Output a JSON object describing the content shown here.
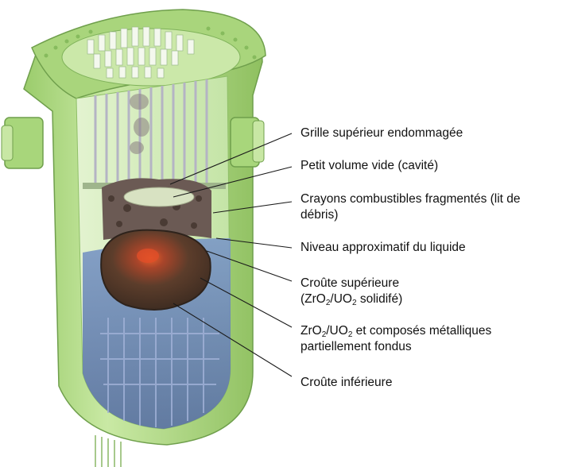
{
  "labels": [
    {
      "id": "grille",
      "lines": [
        "Grille supérieur endommagée"
      ]
    },
    {
      "id": "cavite",
      "lines": [
        "Petit volume vide (cavité)"
      ]
    },
    {
      "id": "crayons",
      "lines": [
        "Crayons combustibles fragmentés (lit de",
        "débris)"
      ]
    },
    {
      "id": "niveau",
      "lines": [
        "Niveau approximatif du liquide"
      ]
    },
    {
      "id": "croute_sup",
      "line1": "Croûte supérieure",
      "line2": {
        "a": "(ZrO",
        "s1": "2",
        "b": "/UO",
        "s2": "2",
        "c": " solidifé)"
      }
    },
    {
      "id": "fondus",
      "line1": {
        "a": "ZrO",
        "s1": "2",
        "b": "/UO",
        "s2": "2",
        "c": " et composés métalliques"
      },
      "line2": "partiellement fondus"
    },
    {
      "id": "croute_inf",
      "lines": [
        "Croûte inférieure"
      ]
    }
  ],
  "colors": {
    "vessel_green": "#b9de8f",
    "vessel_dark": "#7fb25a",
    "liquid_blue": "#6f8fbf",
    "debris_brown": "#5a4030",
    "molten_orange": "#d9532a"
  }
}
